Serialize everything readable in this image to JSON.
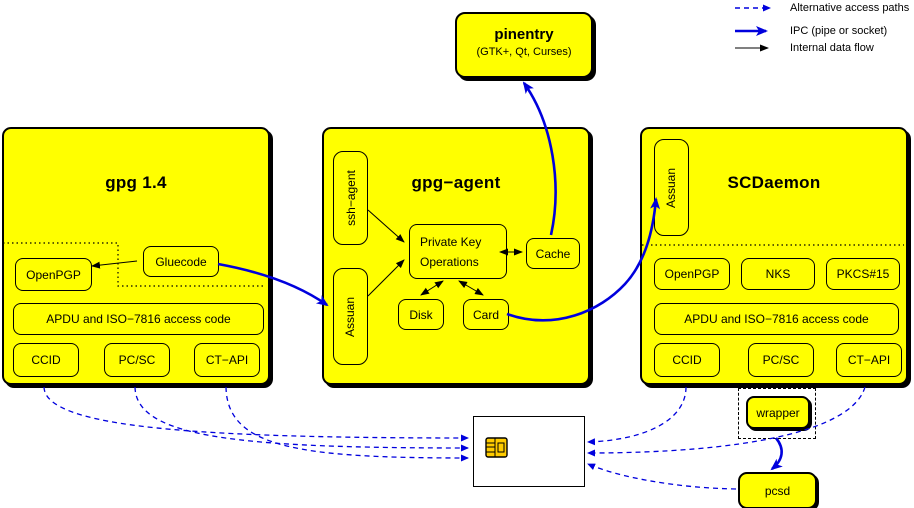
{
  "legend": {
    "items": [
      {
        "label": "Alternative access paths",
        "style": "dashed-blue-arrow"
      },
      {
        "label": "IPC (pipe or socket)",
        "style": "solid-blue-thick-arrow"
      },
      {
        "label": "Internal data flow",
        "style": "solid-black-arrow"
      }
    ]
  },
  "pinentry": {
    "title": "pinentry",
    "subtitle": "(GTK+, Qt, Curses)"
  },
  "gpg14": {
    "title": "gpg 1.4",
    "openpgp": "OpenPGP",
    "gluecode": "Gluecode",
    "apdu": "APDU and ISO−7816 access code",
    "ccid": "CCID",
    "pcsc": "PC/SC",
    "ctapi": "CT−API"
  },
  "gpg_agent": {
    "title": "gpg−agent",
    "ssh_agent": "ssh−agent",
    "assuan": "Assuan",
    "private_key_ops_line1": "Private Key",
    "private_key_ops_line2": "Operations",
    "cache": "Cache",
    "disk": "Disk",
    "card": "Card"
  },
  "scdaemon": {
    "title": "SCDaemon",
    "assuan": "Assuan",
    "openpgp": "OpenPGP",
    "nks": "NKS",
    "pkcs15": "PKCS#15",
    "apdu": "APDU and ISO−7816 access code",
    "ccid": "CCID",
    "pcsc": "PC/SC",
    "ctapi": "CT−API"
  },
  "bottom": {
    "wrapper": "wrapper",
    "pcsd": "pcsd"
  },
  "colors": {
    "box_yellow": "#ffff00",
    "arrow_blue": "#0000dd",
    "line_black": "#000000",
    "card_white": "#ffffff",
    "chip_gold": "#ffcc00"
  },
  "connections": [
    {
      "from": "gluecode",
      "to": "gpg14-openpgp",
      "type": "internal"
    },
    {
      "from": "ssh-agent",
      "to": "private-key-operations",
      "type": "internal"
    },
    {
      "from": "gpg-agent-assuan",
      "to": "private-key-operations",
      "type": "internal"
    },
    {
      "from": "private-key-operations",
      "to": "cache",
      "type": "internal-bidirectional"
    },
    {
      "from": "private-key-operations",
      "to": "disk",
      "type": "internal-bidirectional"
    },
    {
      "from": "private-key-operations",
      "to": "card",
      "type": "internal-bidirectional"
    },
    {
      "from": "gluecode",
      "to": "gpg-agent-assuan",
      "type": "ipc"
    },
    {
      "from": "card",
      "to": "scdaemon-assuan",
      "type": "ipc"
    },
    {
      "from": "cache",
      "to": "pinentry",
      "type": "ipc"
    },
    {
      "from": "wrapper",
      "to": "pcsd",
      "type": "ipc"
    },
    {
      "from": "gpg14-ccid",
      "to": "smartcard",
      "type": "alternative"
    },
    {
      "from": "gpg14-pcsc",
      "to": "smartcard",
      "type": "alternative"
    },
    {
      "from": "gpg14-ctapi",
      "to": "smartcard",
      "type": "alternative"
    },
    {
      "from": "scdaemon-ccid",
      "to": "smartcard",
      "type": "alternative"
    },
    {
      "from": "scdaemon-ctapi",
      "to": "smartcard",
      "type": "alternative"
    },
    {
      "from": "pcsd",
      "to": "smartcard",
      "type": "alternative"
    }
  ]
}
